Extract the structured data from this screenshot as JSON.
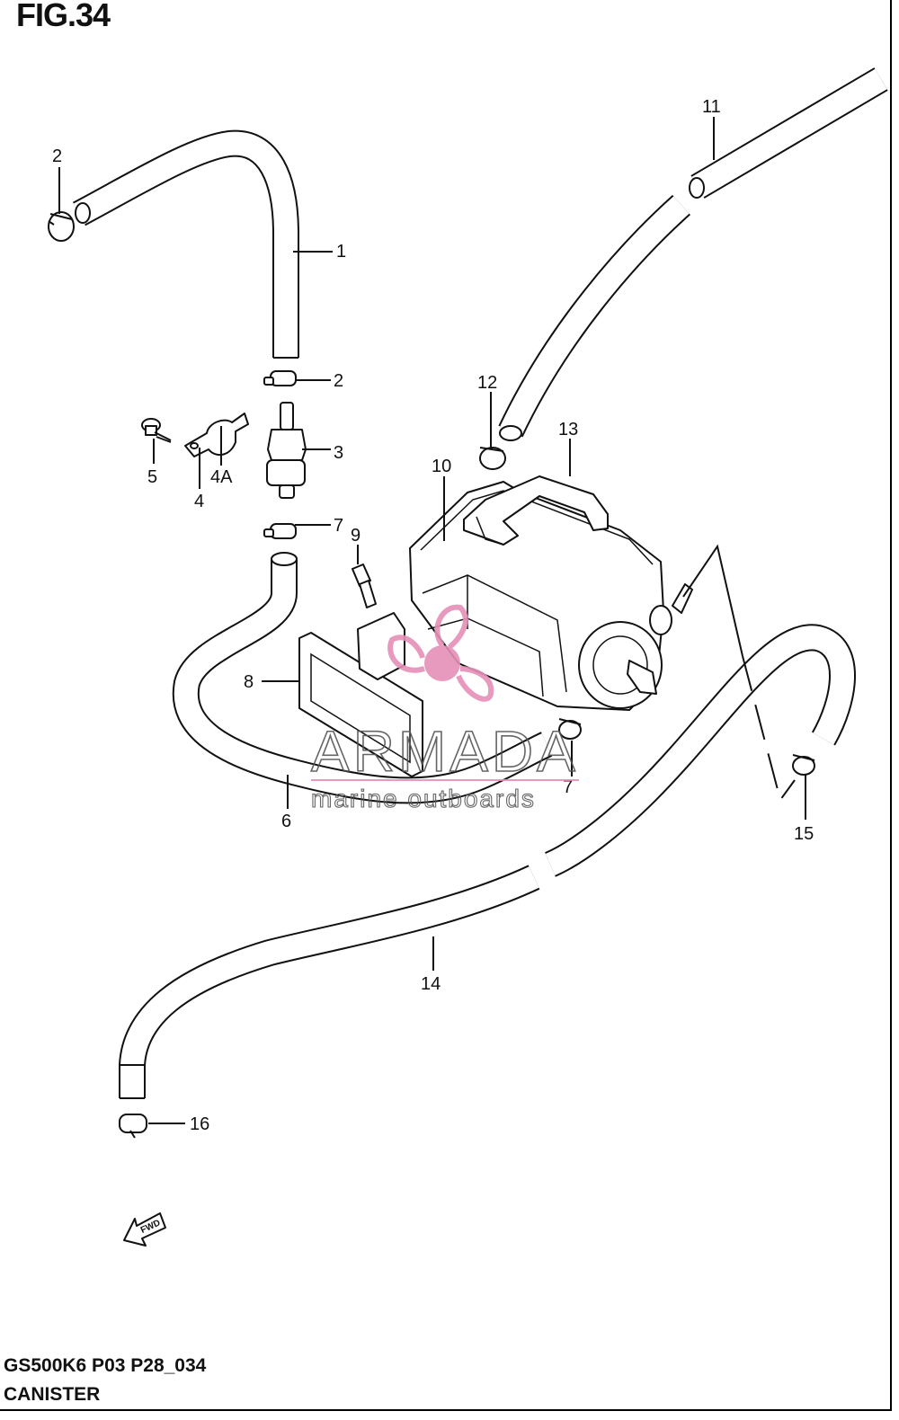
{
  "header": {
    "title": "FIG.34"
  },
  "footer": {
    "model_code": "GS500K6 P03 P28_034",
    "section_name": "CANISTER"
  },
  "callouts": {
    "c1": "1",
    "c2a": "2",
    "c2b": "2",
    "c3": "3",
    "c4": "4",
    "c4a": "4A",
    "c5": "5",
    "c6": "6",
    "c7a": "7",
    "c7b": "7",
    "c8": "8",
    "c9": "9",
    "c10": "10",
    "c11": "11",
    "c12": "12",
    "c13": "13",
    "c14": "14",
    "c15": "15",
    "c16": "16"
  },
  "direction_marker": {
    "label": "FWD",
    "icon": "fwd-arrow-icon"
  },
  "watermark": {
    "brand": "ARMADA",
    "tagline": "marine outboards",
    "accent_color": "#e58fb7"
  }
}
